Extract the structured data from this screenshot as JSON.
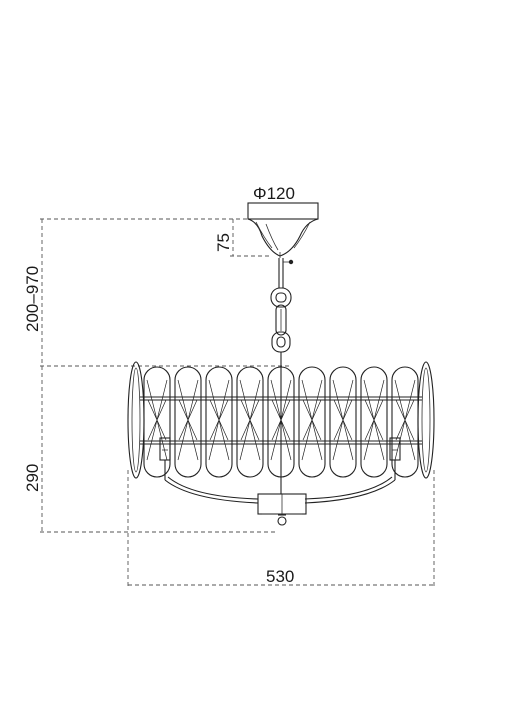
{
  "drawing": {
    "dimensions": {
      "canopy_diameter": "Φ120",
      "canopy_height": "75",
      "suspension_range": "200–970",
      "body_height": "290",
      "overall_width": "530"
    }
  }
}
